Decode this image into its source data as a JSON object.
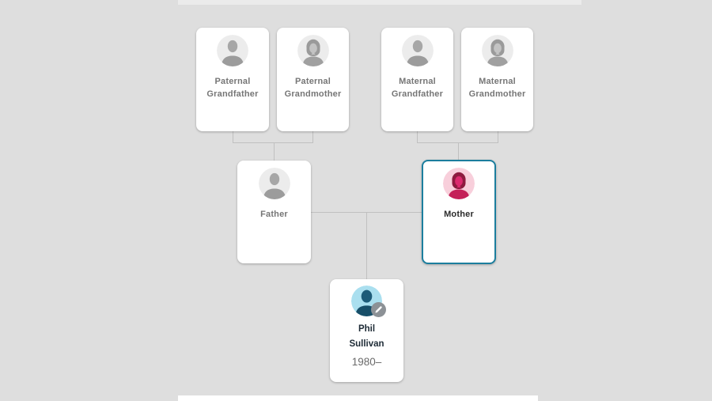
{
  "tree": {
    "cards": {
      "paternal_grandfather": {
        "label": "Paternal Grandfather"
      },
      "paternal_grandmother": {
        "label": "Paternal Grandmother"
      },
      "maternal_grandfather": {
        "label": "Maternal Grandfather"
      },
      "maternal_grandmother": {
        "label": "Maternal Grandmother"
      },
      "father": {
        "label": "Father"
      },
      "mother": {
        "label": "Mother",
        "selected": true
      },
      "self": {
        "first_name": "Phil",
        "last_name": "Sullivan",
        "lifespan": "1980–"
      }
    }
  },
  "icons": {
    "male_placeholder": "male-silhouette-icon",
    "female_placeholder": "female-silhouette-icon",
    "self_avatar": "male-avatar-icon",
    "mother_avatar": "female-avatar-icon",
    "edit_badge": "edit-pencil-icon"
  },
  "colors": {
    "canvas_background": "#dedede",
    "card_background": "#ffffff",
    "connector": "#c0c0c0",
    "selected_card_border": "#1c7e9e",
    "placeholder_text": "#767676",
    "name_text": "#1e2b36",
    "lifespan_text": "#6a6a6a",
    "gray_avatar_background": "#ececec",
    "gray_avatar_silhouette": "#a3a3a3",
    "mother_avatar_background": "#f8cfdb",
    "mother_avatar_silhouette": "#c42058",
    "self_avatar_background": "#aadfef",
    "self_avatar_silhouette": "#1d5b78",
    "edit_badge_background": "#8c9196"
  }
}
